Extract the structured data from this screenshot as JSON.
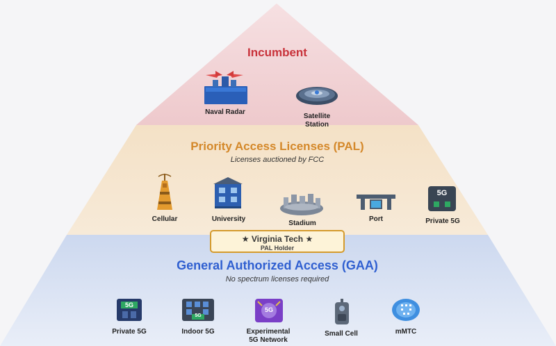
{
  "colors": {
    "incumbent_fill": "#f1d0d3",
    "pal_fill": "#f3dfc4",
    "gaa_fill": "#d3ddf0",
    "incumbent_title": "#c8323a",
    "pal_title": "#d4882a",
    "gaa_title": "#2f5fd0",
    "subtitle": "#333333"
  },
  "incumbent": {
    "title": "Incumbent",
    "items": [
      {
        "icon": "naval-radar-icon",
        "label": "Naval Radar"
      },
      {
        "icon": "satellite-dish-icon",
        "label": "Satellite\nStation"
      }
    ]
  },
  "pal": {
    "title": "Priority Access Licenses (PAL)",
    "subtitle": "Licenses auctioned by FCC",
    "items": [
      {
        "icon": "cell-tower-icon",
        "label": "Cellular"
      },
      {
        "icon": "university-building-icon",
        "label": "University"
      },
      {
        "icon": "stadium-icon",
        "label": "Stadium"
      },
      {
        "icon": "port-crane-icon",
        "label": "Port"
      },
      {
        "icon": "private-5g-icon",
        "label": "Private 5G"
      }
    ]
  },
  "holder": {
    "title": "★ Virginia Tech ★",
    "subtitle": "PAL Holder"
  },
  "gaa": {
    "title": "General Authorized Access (GAA)",
    "subtitle": "No spectrum licenses required",
    "items": [
      {
        "icon": "private-5g-icon",
        "label": "Private 5G"
      },
      {
        "icon": "indoor-5g-icon",
        "label": "Indoor 5G"
      },
      {
        "icon": "experimental-5g-icon",
        "label": "Experimental\n5G Network"
      },
      {
        "icon": "small-cell-icon",
        "label": "Small Cell"
      },
      {
        "icon": "mmtc-icon",
        "label": "mMTC"
      }
    ]
  },
  "badges": {
    "five_g": "5G"
  }
}
